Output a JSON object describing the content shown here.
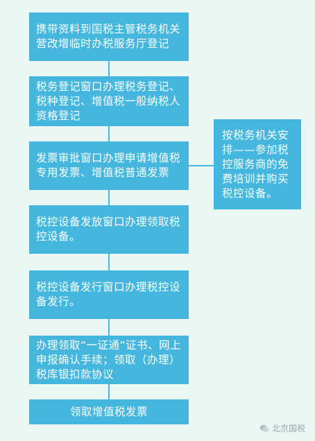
{
  "steps": [
    {
      "text": "携带资料到国税主管税务机关营改增临时办税服务厅登记"
    },
    {
      "text": "税务登记窗口办理税务登记、税种登记、增值税一般纳税人资格登记"
    },
    {
      "text": "发票审批窗口办理申请增值税专用发票、增值税普通发票"
    },
    {
      "text": "税控设备发放窗口办理领取税控设备。"
    },
    {
      "text": "税控设备发行窗口办理税控设备发行。"
    },
    {
      "text": "办理领取“一证通”证书、网上申报确认手续；领取（办理）税库银扣款协议"
    },
    {
      "text": "领取增值税发票"
    }
  ],
  "side_note": {
    "text": "按税务机关安排——参加税控服务商的免费培训并购买税控设备。"
  },
  "watermark": {
    "text": "北京国税",
    "icon": "wechat-icon"
  },
  "colors": {
    "box": "#45b7df",
    "line": "#45b7df",
    "background": "#eaf7f3"
  }
}
